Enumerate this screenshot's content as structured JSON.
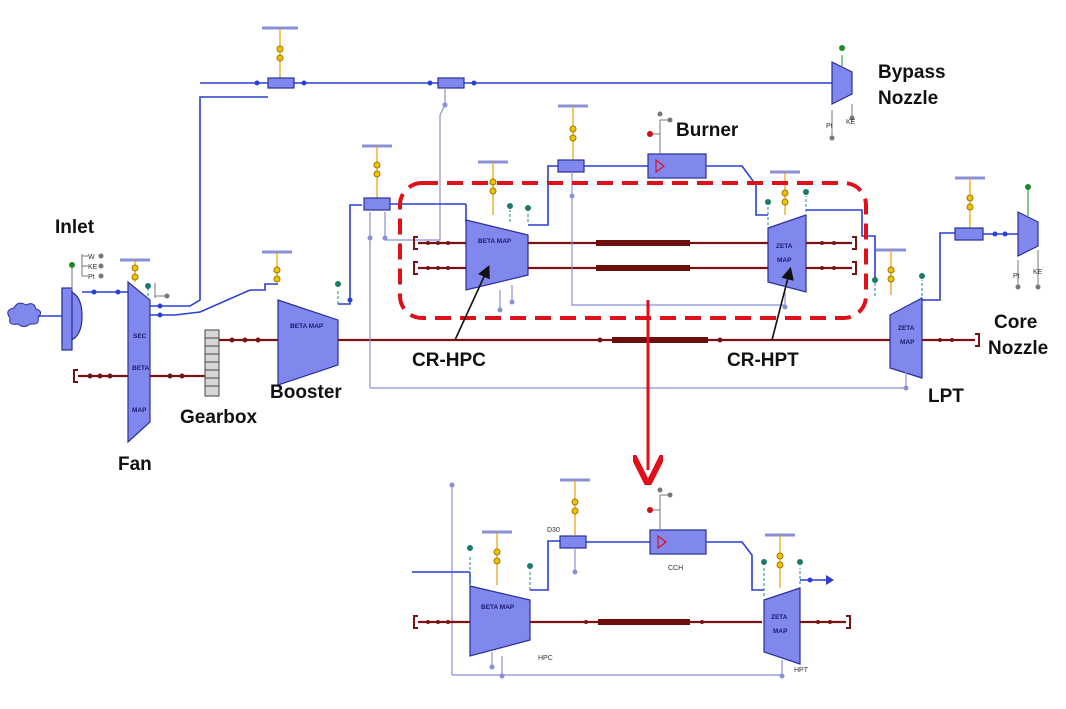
{
  "labels": {
    "inlet": "Inlet",
    "fan": "Fan",
    "gearbox": "Gearbox",
    "booster": "Booster",
    "bypass_nozzle_1": "Bypass",
    "bypass_nozzle_2": "Nozzle",
    "burner": "Burner",
    "cr_hpc": "CR-HPC",
    "cr_hpt": "CR-HPT",
    "lpt": "LPT",
    "core_nozzle_1": "Core",
    "core_nozzle_2": "Nozzle"
  },
  "map_labels": {
    "beta_map": "BETA MAP",
    "zeta": "ZETA",
    "map": "MAP",
    "sec": "SEC",
    "beta": "BETA"
  },
  "ports": {
    "w": "W",
    "ke": "KE",
    "pt": "Pt"
  },
  "detail": {
    "d30": "D30",
    "cch": "CCH",
    "hpc": "HPC",
    "hpt": "HPT"
  },
  "colors": {
    "flow": "#2a3fd4",
    "shaft": "#7a1414",
    "component": "#8088ee",
    "highlight": "#e0101a",
    "sensor": "#e6a000"
  }
}
